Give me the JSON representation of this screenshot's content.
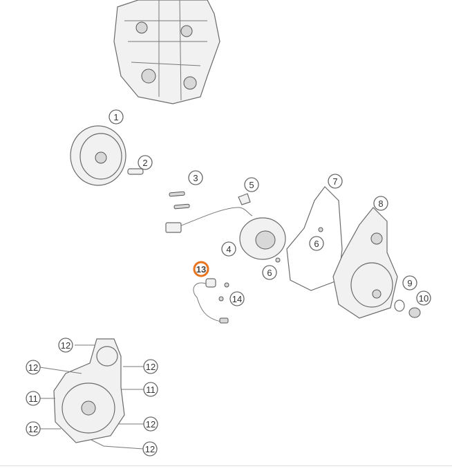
{
  "diagram": {
    "highlight_color": "#e8731e",
    "highlighted_part": "13",
    "callouts": [
      {
        "label": "1"
      },
      {
        "label": "2"
      },
      {
        "label": "3"
      },
      {
        "label": "5"
      },
      {
        "label": "7"
      },
      {
        "label": "8"
      },
      {
        "label": "4"
      },
      {
        "label": "6"
      },
      {
        "label": "6"
      },
      {
        "label": "13"
      },
      {
        "label": "14"
      },
      {
        "label": "9"
      },
      {
        "label": "10"
      }
    ],
    "inset_callouts": [
      {
        "label": "12"
      },
      {
        "label": "12"
      },
      {
        "label": "12"
      },
      {
        "label": "11"
      },
      {
        "label": "11"
      },
      {
        "label": "12"
      },
      {
        "label": "12"
      },
      {
        "label": "12"
      }
    ]
  }
}
